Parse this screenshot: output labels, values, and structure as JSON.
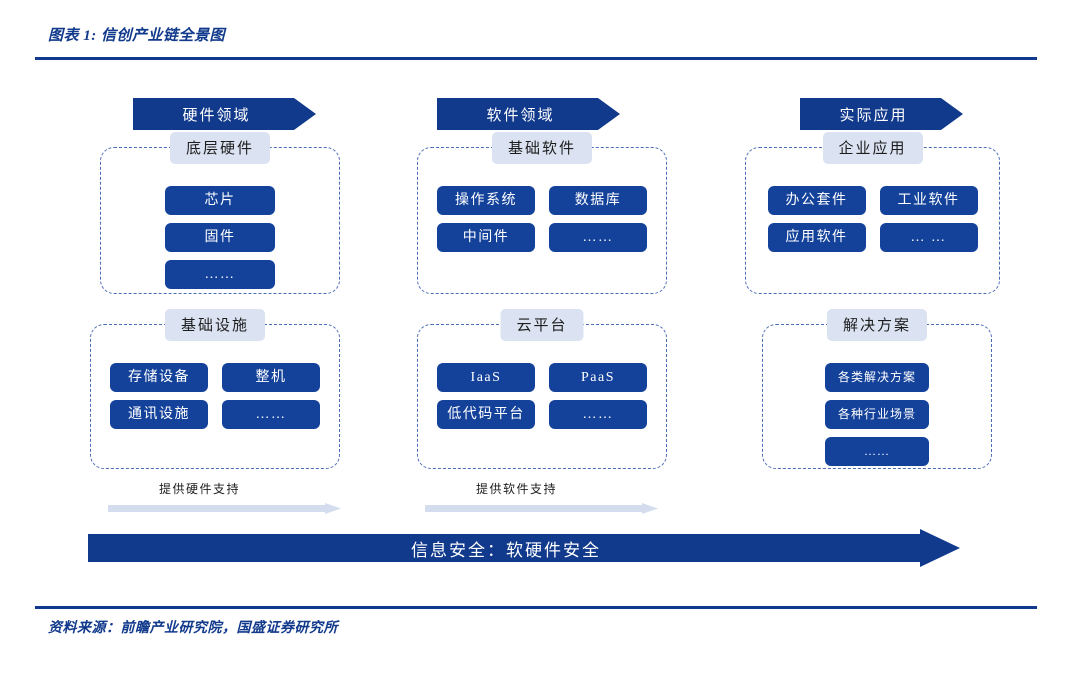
{
  "exhibit": {
    "title": "图表 1: 信创产业链全景图",
    "source": "资料来源：前瞻产业研究院，国盛证券研究所"
  },
  "colors": {
    "brand_blue": "#123a8c",
    "pill_blue": "#14429b",
    "chip_bg": "#dbe3f2",
    "dashed_border": "#4a6bb5",
    "support_arrow": "#d4ddee"
  },
  "columns": [
    {
      "banner": "硬件领域",
      "groups": [
        {
          "label": "底层硬件",
          "layout": "single",
          "items": [
            "芯片",
            "固件",
            "……"
          ]
        },
        {
          "label": "基础设施",
          "layout": "double",
          "items": [
            "存储设备",
            "整机",
            "通讯设施",
            "……"
          ]
        }
      ],
      "support": "提供硬件支持"
    },
    {
      "banner": "软件领域",
      "groups": [
        {
          "label": "基础软件",
          "layout": "double",
          "items": [
            "操作系统",
            "数据库",
            "中间件",
            "……"
          ]
        },
        {
          "label": "云平台",
          "layout": "double",
          "items": [
            "IaaS",
            "PaaS",
            "低代码平台",
            "……"
          ]
        }
      ],
      "support": "提供软件支持"
    },
    {
      "banner": "实际应用",
      "groups": [
        {
          "label": "企业应用",
          "layout": "double",
          "items": [
            "办公套件",
            "工业软件",
            "应用软件",
            "… …"
          ]
        },
        {
          "label": "解决方案",
          "layout": "single",
          "items": [
            "各类解决方案",
            "各种行业场景",
            "……"
          ]
        }
      ],
      "support": ""
    }
  ],
  "security_arrow": {
    "label": "信息安全：软硬件安全"
  }
}
